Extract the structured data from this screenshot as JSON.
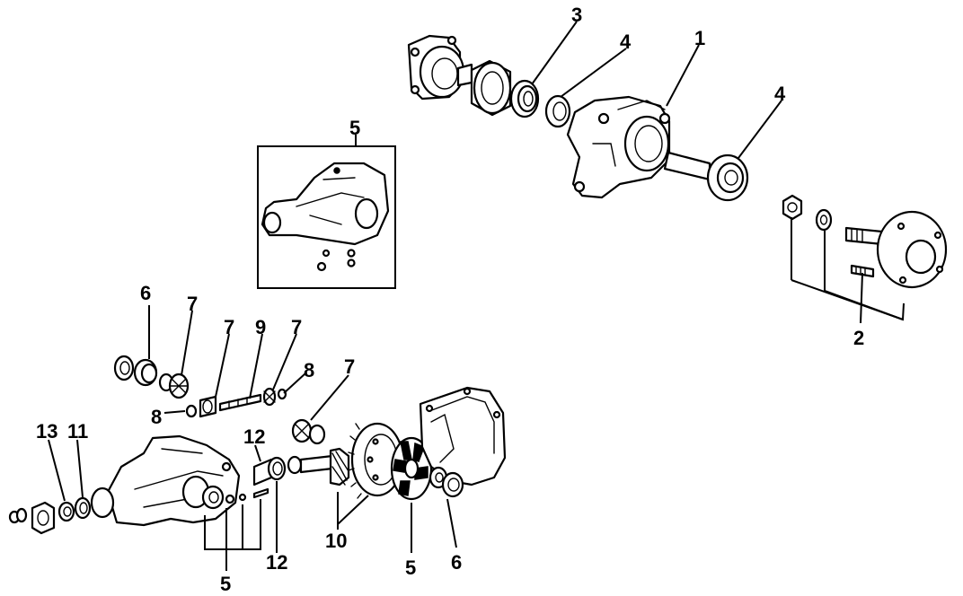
{
  "diagram": {
    "description_labels": [],
    "callouts": {
      "c1": "1",
      "c2": "2",
      "c3": "3",
      "c4a": "4",
      "c4b": "4",
      "c5_inset": "5",
      "c5_bottom_left": "5",
      "c5_bottom_mid": "5",
      "c6_top": "6",
      "c6_bottom": "6",
      "c7_a": "7",
      "c7_b": "7",
      "c7_c": "7",
      "c7_d": "7",
      "c8_a": "8",
      "c8_b": "8",
      "c9": "9",
      "c10": "10",
      "c11": "11",
      "c12_top": "12",
      "c12_bottom": "12",
      "c13": "13"
    }
  }
}
